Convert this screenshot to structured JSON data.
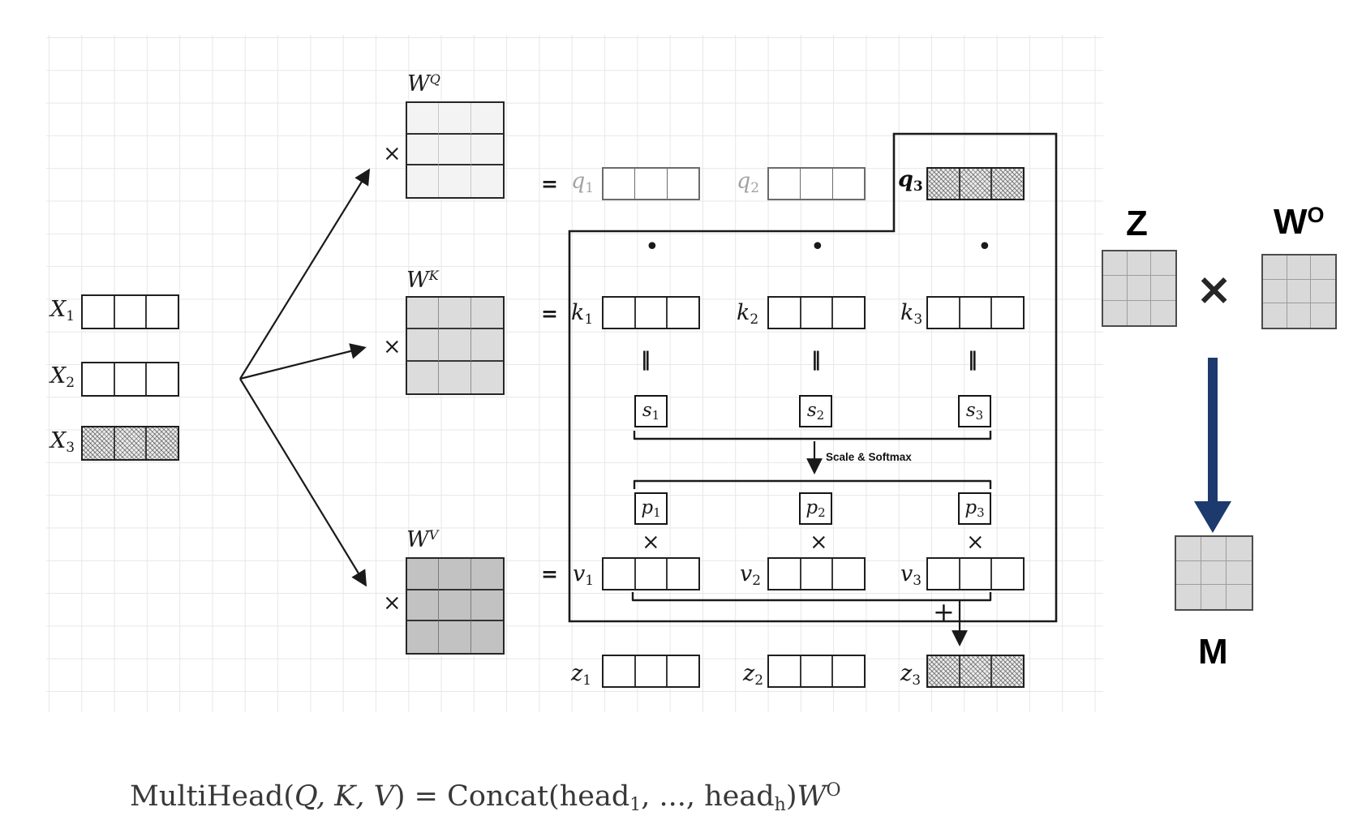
{
  "inputs": [
    {
      "base": "X",
      "sub": "1"
    },
    {
      "base": "X",
      "sub": "2"
    },
    {
      "base": "X",
      "sub": "3"
    }
  ],
  "weights": [
    {
      "base": "W",
      "sup": "Q"
    },
    {
      "base": "W",
      "sup": "K"
    },
    {
      "base": "W",
      "sup": "V"
    }
  ],
  "rows": {
    "q": [
      {
        "base": "q",
        "sub": "1"
      },
      {
        "base": "q",
        "sub": "2"
      },
      {
        "base": "q",
        "sub": "3"
      }
    ],
    "k": [
      {
        "base": "k",
        "sub": "1"
      },
      {
        "base": "k",
        "sub": "2"
      },
      {
        "base": "k",
        "sub": "3"
      }
    ],
    "s": [
      {
        "base": "s",
        "sub": "1"
      },
      {
        "base": "s",
        "sub": "2"
      },
      {
        "base": "s",
        "sub": "3"
      }
    ],
    "p": [
      {
        "base": "p",
        "sub": "1"
      },
      {
        "base": "p",
        "sub": "2"
      },
      {
        "base": "p",
        "sub": "3"
      }
    ],
    "v": [
      {
        "base": "v",
        "sub": "1"
      },
      {
        "base": "v",
        "sub": "2"
      },
      {
        "base": "v",
        "sub": "3"
      }
    ],
    "z": [
      {
        "base": "z",
        "sub": "1"
      },
      {
        "base": "z",
        "sub": "2"
      },
      {
        "base": "z",
        "sub": "3"
      }
    ]
  },
  "operators": {
    "times": "×",
    "equals": "=",
    "dot": "•",
    "parallel": "‖",
    "plus": "+"
  },
  "softmax_label": "Scale & Softmax",
  "right_panel": {
    "z": "Z",
    "times": "×",
    "w_base": "W",
    "w_sup": "O",
    "m": "M"
  },
  "formula": {
    "fn": "MultiHead(",
    "vars": "Q, K, V",
    "eq": ") = Concat(head",
    "sub1": "1",
    "mid": ", ..., head",
    "subh": "h",
    "close": ")",
    "w": "W",
    "wsup": "O"
  },
  "colors": {
    "navy": "#1d3a6e",
    "ink": "#1a1a1a",
    "gray_label": "#a3a3a3"
  }
}
